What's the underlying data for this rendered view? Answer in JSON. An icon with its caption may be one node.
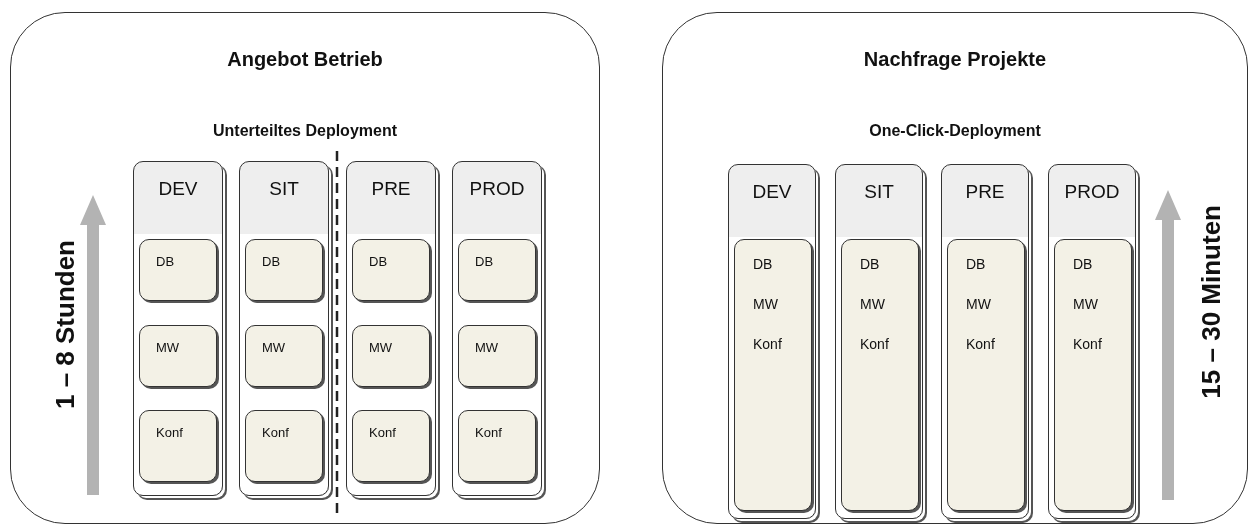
{
  "diagram": {
    "nodes": [
      {
        "text": [
          "Angebot Betrieb",
          "Unterteiltes Deployment"
        ]
      },
      {
        "text": [
          "DEV"
        ],
        "in": 0
      },
      {
        "text": [
          "DB"
        ],
        "in": 1
      },
      {
        "text": [
          "MW"
        ],
        "in": 1
      },
      {
        "text": [
          "Konf"
        ],
        "in": 1
      },
      {
        "text": [
          "SIT"
        ],
        "in": 0
      },
      {
        "text": [
          "DB"
        ],
        "in": 5
      },
      {
        "text": [
          "MW"
        ],
        "in": 5
      },
      {
        "text": [
          "Konf"
        ],
        "in": 5
      },
      {
        "text": [
          "PRE"
        ],
        "in": 0
      },
      {
        "text": [
          "DB"
        ],
        "in": 9
      },
      {
        "text": [
          "MW"
        ],
        "in": 9
      },
      {
        "text": [
          "Konf"
        ],
        "in": 9
      },
      {
        "text": [
          "PROD"
        ],
        "in": 0
      },
      {
        "text": [
          "DB"
        ],
        "in": 13
      },
      {
        "text": [
          "MW"
        ],
        "in": 13
      },
      {
        "text": [
          "Konf"
        ],
        "in": 13
      },
      {
        "text": [
          "Nachfrage Projekte",
          "One-Click-Deployment"
        ]
      },
      {
        "text": [
          "DEV"
        ],
        "in": 17
      },
      {
        "text": [
          "DB",
          "MW",
          "Konf"
        ],
        "in": 18
      },
      {
        "text": [
          "SIT"
        ],
        "in": 17
      },
      {
        "text": [
          "DB",
          "MW",
          "Konf"
        ],
        "in": 20
      },
      {
        "text": [
          "PRE"
        ],
        "in": 17
      },
      {
        "text": [
          "DB",
          "MW",
          "Konf"
        ],
        "in": 22
      },
      {
        "text": [
          "PROD"
        ],
        "in": 17
      },
      {
        "text": [
          "DB",
          "MW",
          "Konf"
        ],
        "in": 24
      }
    ],
    "labels": [
      "1 – 8 Stunden",
      "15 – 30 Minuten"
    ]
  }
}
